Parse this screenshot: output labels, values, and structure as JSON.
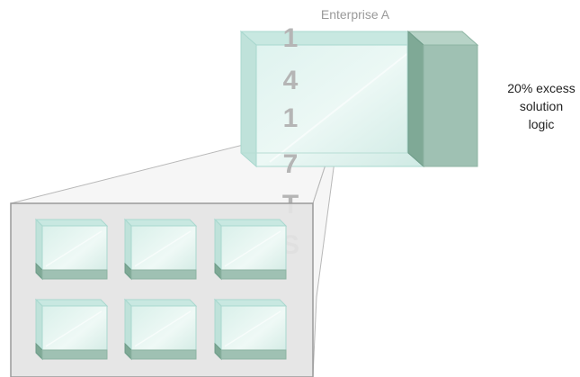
{
  "title": "Enterprise A",
  "annotation_lines": [
    "20% excess",
    "solution",
    "logic"
  ],
  "vertical_letters": [
    "1",
    "4",
    "1",
    "7",
    "T",
    "S"
  ],
  "detail_grid": {
    "rows": 2,
    "columns": 3
  },
  "colors": {
    "glass_face": "#d6efea",
    "glass_edge": "#a9d8cf",
    "excess_green": "#9fc1b3",
    "excess_green_dark": "#6e9c89",
    "panel_gray": "#e4e4e4",
    "panel_border": "#9a9a9a",
    "letter_gray": "#b5b5b5"
  }
}
